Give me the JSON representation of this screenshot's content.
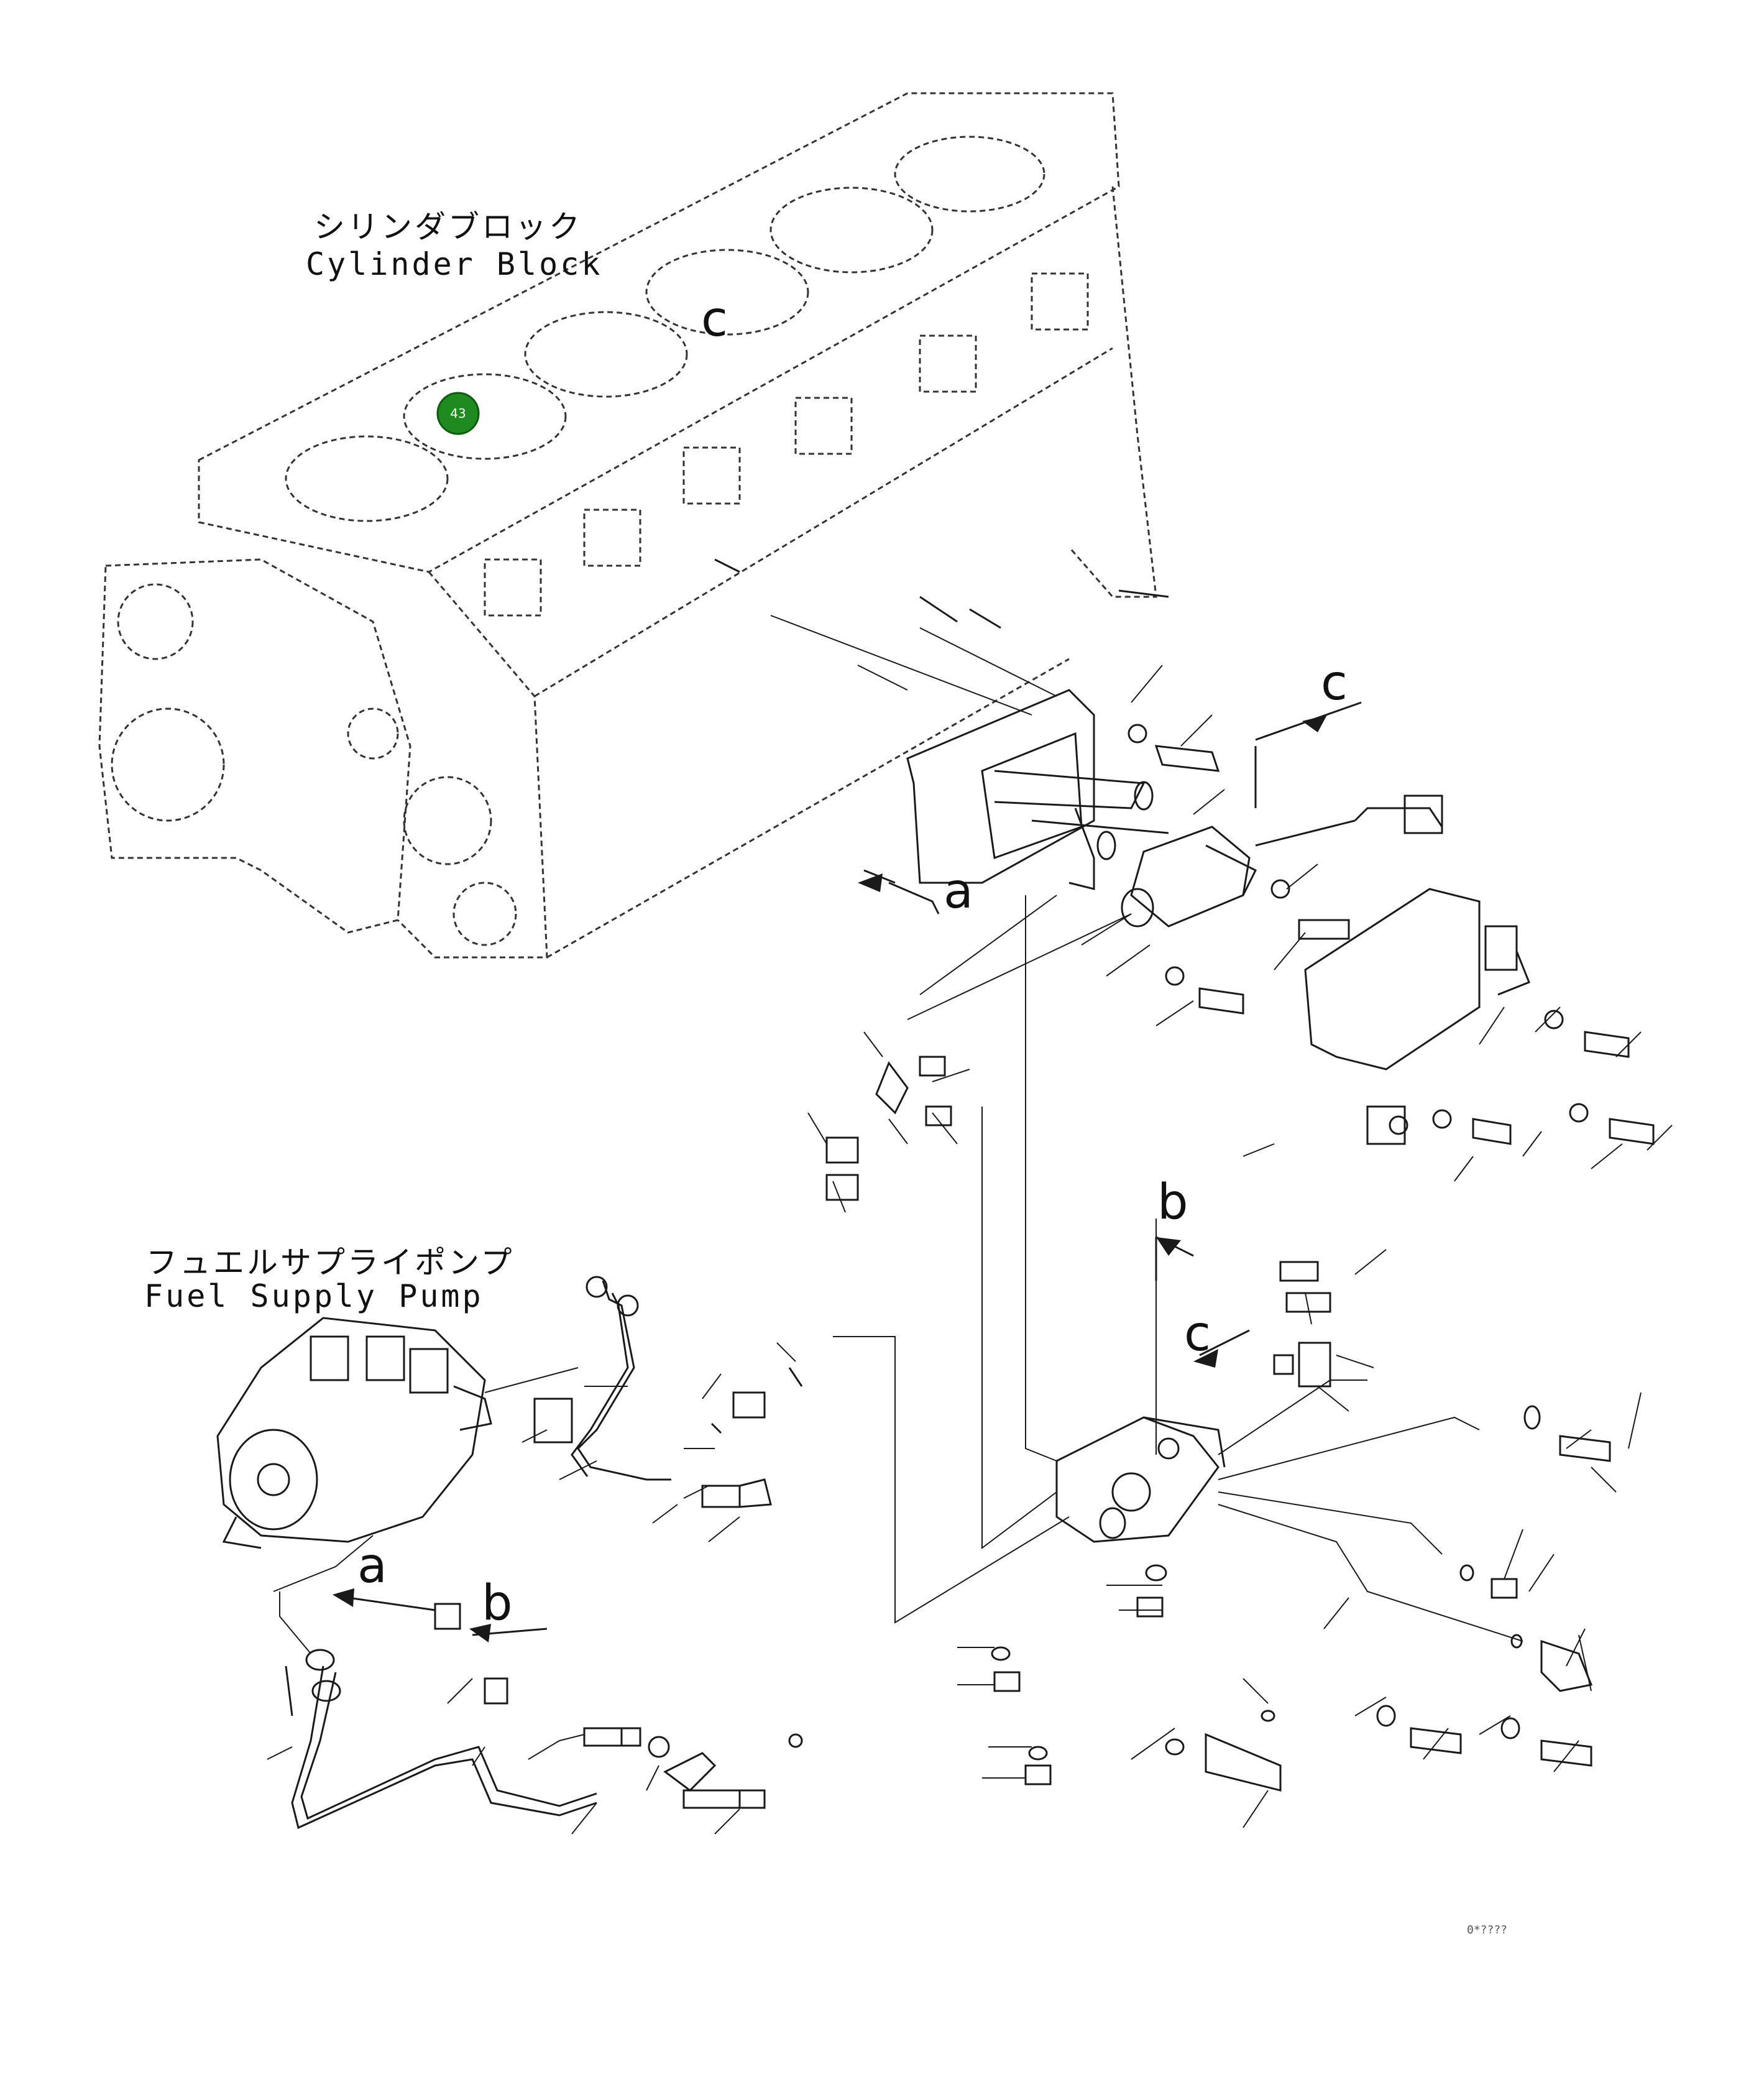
{
  "colors": {
    "line": "#1a1a1a",
    "dashed_outline": "#333333",
    "callout_fill": "#1f8a1f",
    "callout_text": "#ffffff",
    "background": "#ffffff"
  },
  "labels": {
    "cylinder_block_jp": "シリンダブロック",
    "cylinder_block_en": "Cylinder Block",
    "fuel_pump_jp": "フュエルサプライポンプ",
    "fuel_pump_en": "Fuel Supply Pump"
  },
  "callouts": [
    {
      "number": "43",
      "target": "cylinder bore"
    }
  ],
  "view_markers": {
    "a": "a",
    "b": "b",
    "c": "c"
  },
  "drawing_code": "0*????"
}
